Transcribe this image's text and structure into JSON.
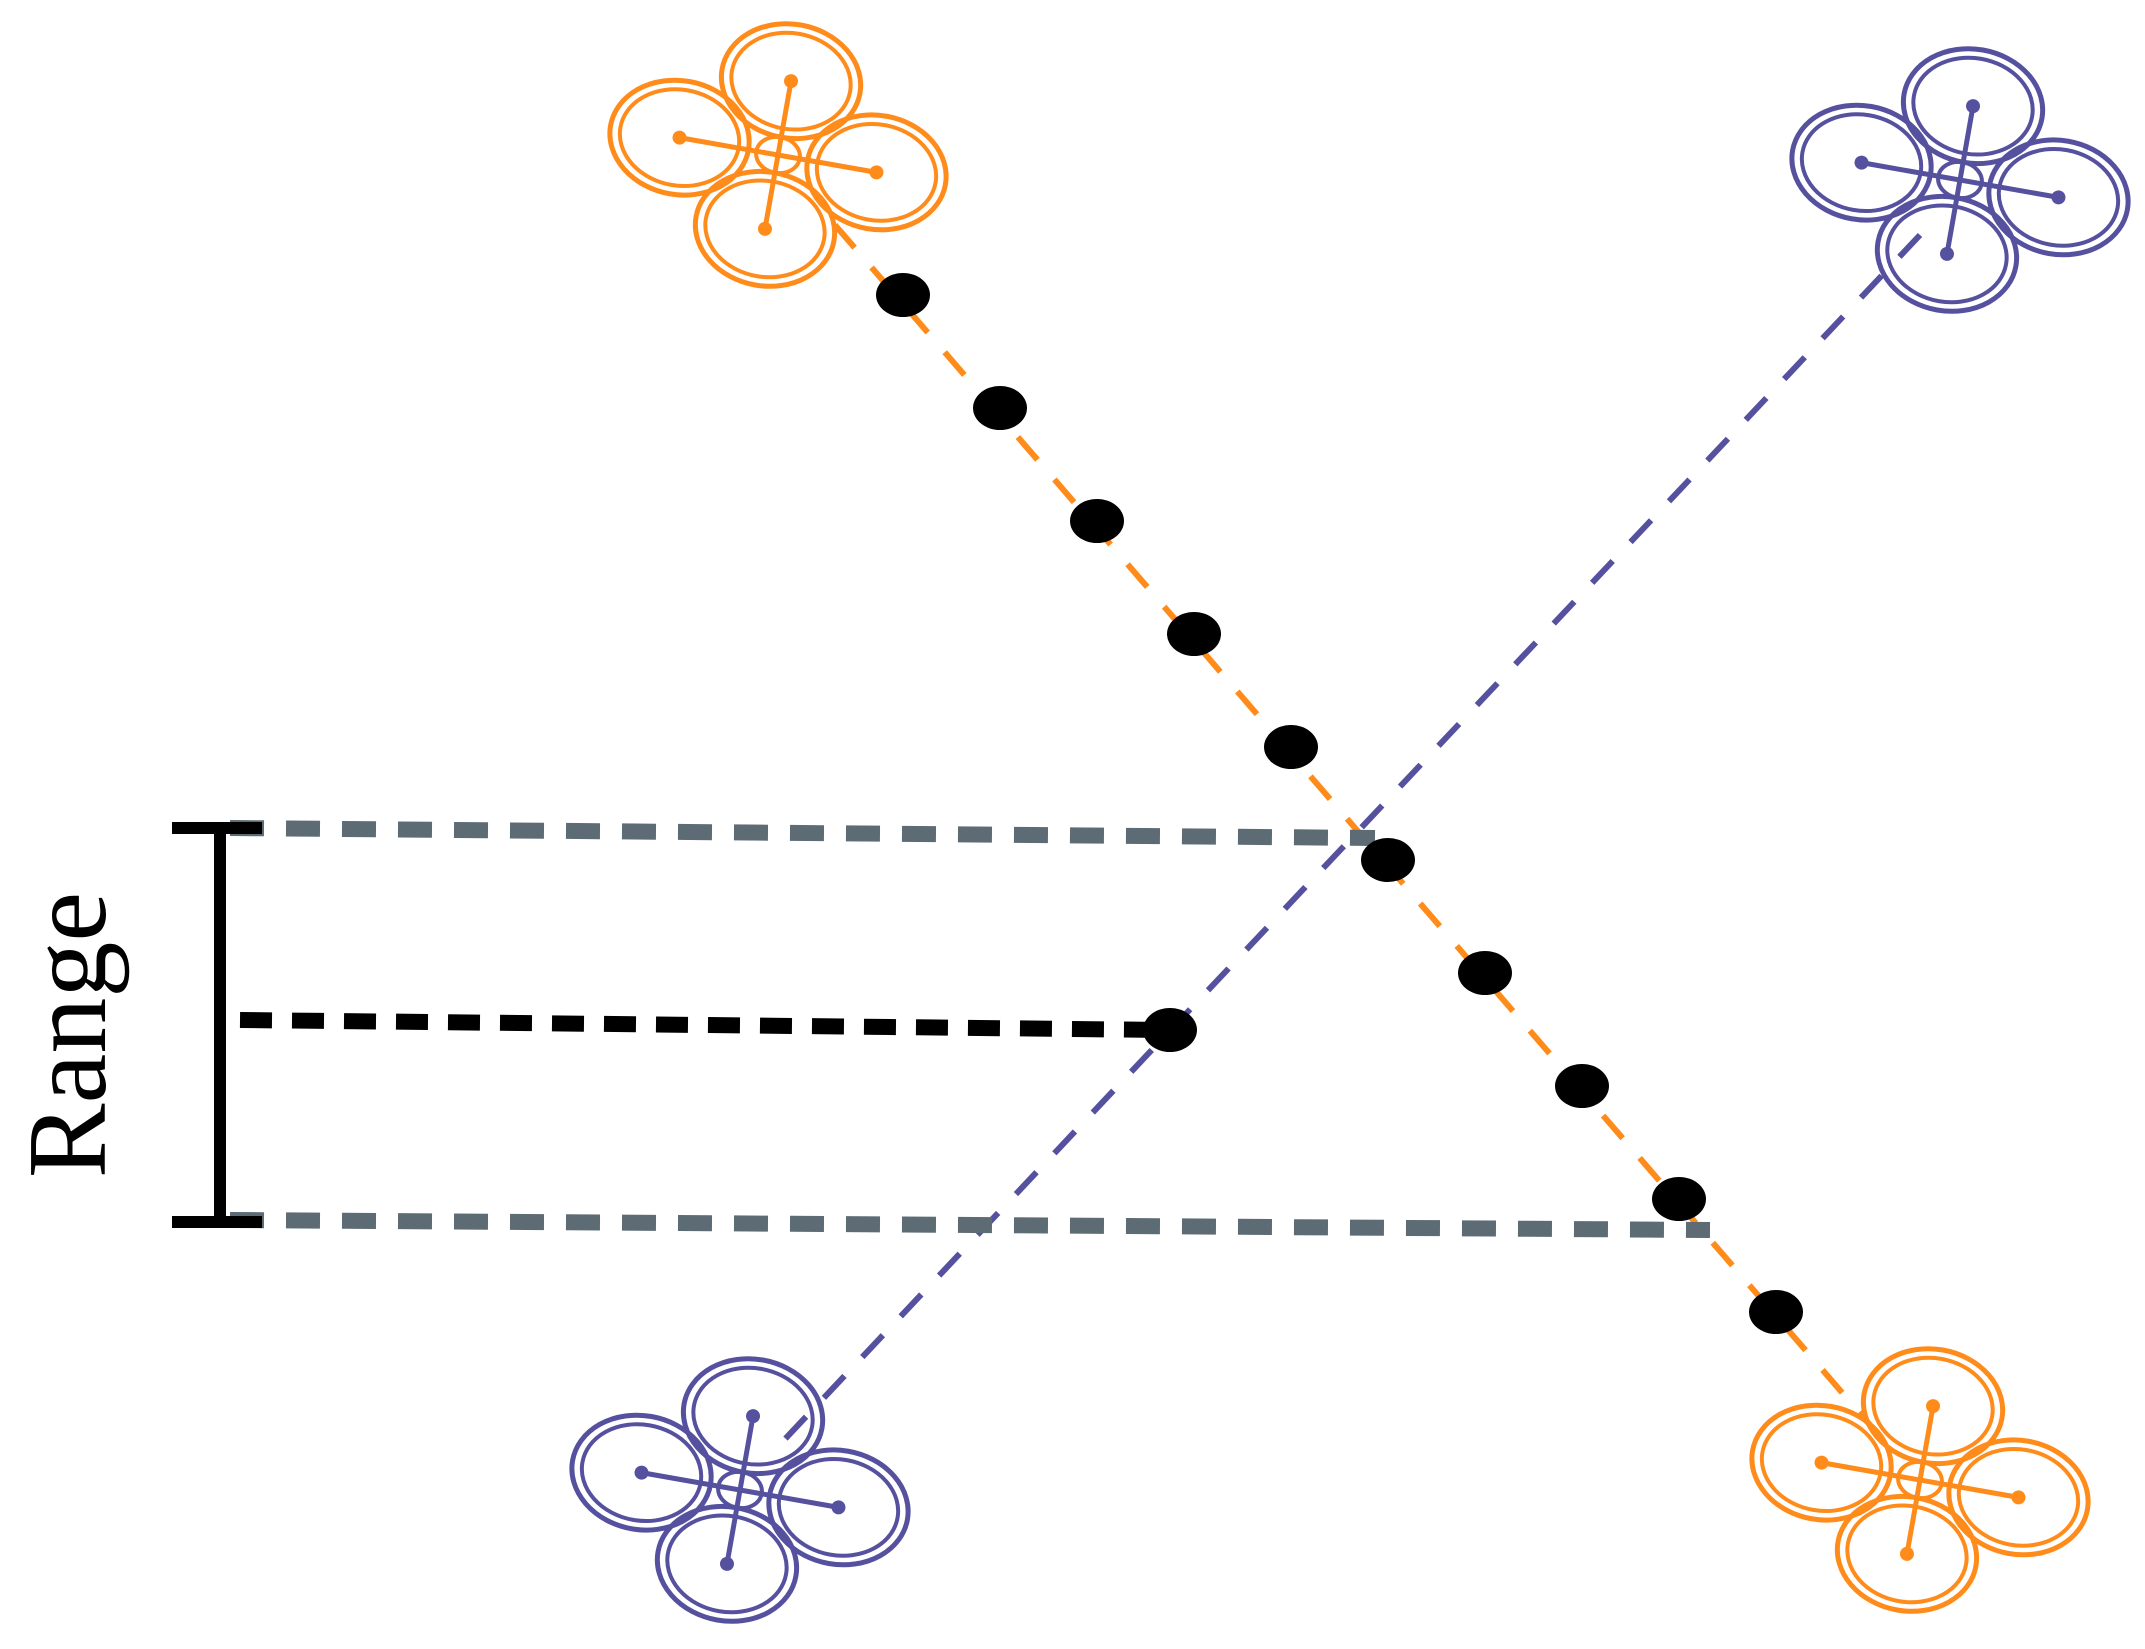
{
  "label": "Range",
  "colors": {
    "orange": "#FF8C1A",
    "purple": "#56519F",
    "black": "#000000",
    "slate": "#5D6B75"
  },
  "drones": [
    {
      "name": "drone-orange-top-left",
      "color": "orange",
      "icon": "quadcopter-icon"
    },
    {
      "name": "drone-purple-top-right",
      "color": "purple",
      "icon": "quadcopter-icon"
    },
    {
      "name": "drone-purple-bottom-left",
      "color": "purple",
      "icon": "quadcopter-icon"
    },
    {
      "name": "drone-orange-bottom-right",
      "color": "orange",
      "icon": "quadcopter-icon"
    }
  ],
  "waypoint_count": 10
}
